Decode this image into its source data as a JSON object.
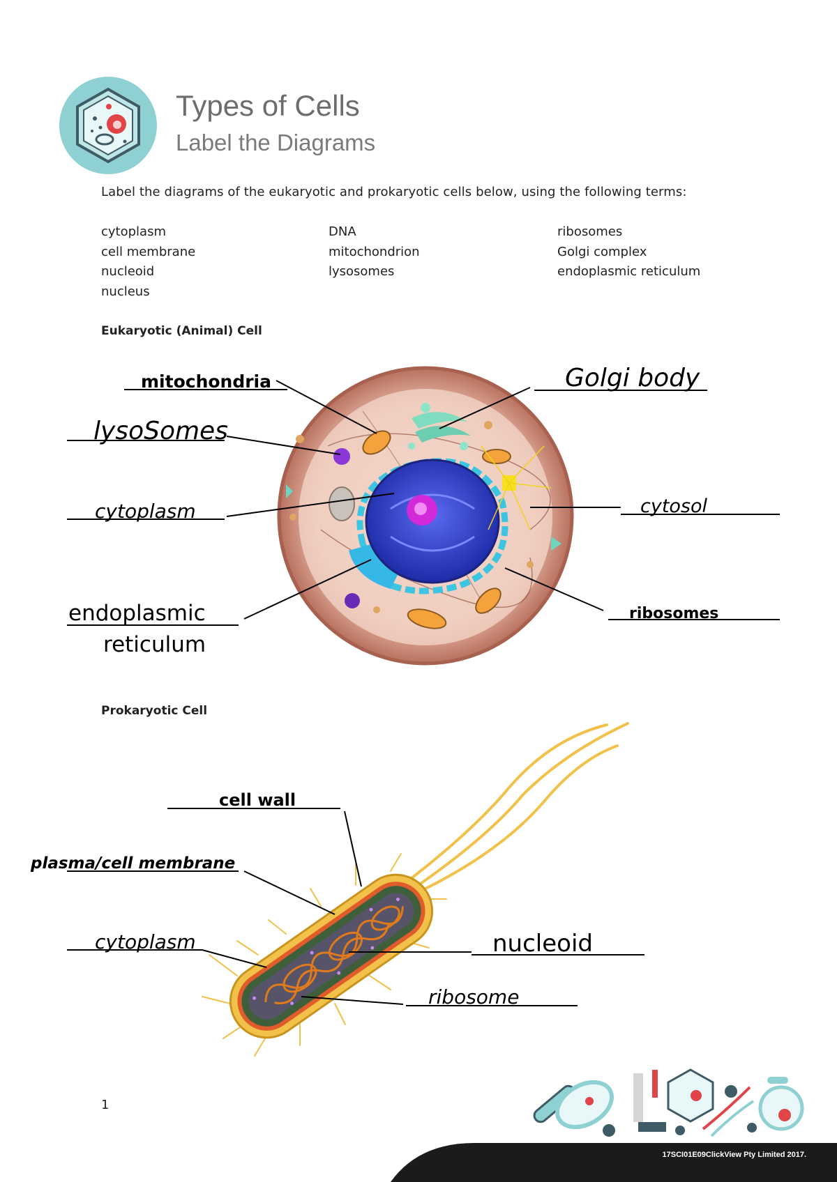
{
  "header": {
    "title": "Types of Cells",
    "subtitle": "Label the Diagrams"
  },
  "instructions": "Label the diagrams of the eukaryotic and prokaryotic cells below, using the following terms:",
  "terms": {
    "col1": [
      "cytoplasm",
      "cell membrane",
      "nucleoid",
      "nucleus"
    ],
    "col2": [
      "DNA",
      "mitochondrion",
      "lysosomes"
    ],
    "col3": [
      "ribosomes",
      "Golgi complex",
      "endoplasmic reticulum"
    ]
  },
  "eukaryotic": {
    "heading": "Eukaryotic (Animal) Cell",
    "labels": {
      "mitochondria": "mitochondria",
      "golgi": "Golgi body",
      "lysosomes": "lysoSomes",
      "cytoplasm": "cytoplasm",
      "cytosol": "cytosol",
      "er_line1": "endoplasmic",
      "er_line2": "reticulum",
      "ribosomes": "ribosomes"
    }
  },
  "prokaryotic": {
    "heading": "Prokaryotic Cell",
    "labels": {
      "cell_wall": "cell wall",
      "membrane": "plasma/cell membrane",
      "cytoplasm": "cytoplasm",
      "nucleoid": "nucleoid",
      "ribosome": "ribosome"
    }
  },
  "footer": {
    "page_number": "1",
    "copyright": "17SCI01E09ClickView Pty Limited 2017."
  },
  "colors": {
    "logo_teal": "#8fd0d2",
    "footer_dark": "#1b1b1b",
    "cell_outer": "#c98a7a",
    "nucleus_blue": "#2f3fc8",
    "er_cyan": "#3cc4e0",
    "bacterium_green": "#3f5f3a",
    "flagella_yellow": "#f2c14a"
  }
}
